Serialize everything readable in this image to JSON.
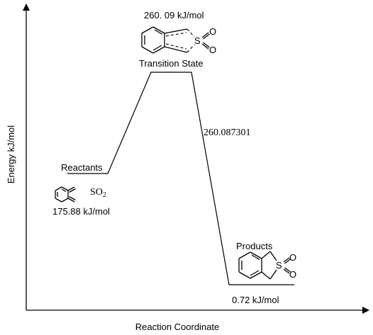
{
  "axes": {
    "y_label": "Energy kJ/mol",
    "x_label": "Reaction Coordinate"
  },
  "states": {
    "reactants": {
      "label": "Reactants",
      "energy": "175.88 kJ/mol",
      "co_reactant": "SO",
      "co_reactant_sub": "2"
    },
    "transition_state": {
      "label": "Transition State",
      "energy": "260. 09 kJ/mol"
    },
    "products": {
      "label": "Products",
      "energy": "0.72 kJ/mol"
    }
  },
  "annotations": {
    "descent_value": "260.087301"
  },
  "molecules": {
    "sulfur": "S",
    "oxygen": "O"
  }
}
